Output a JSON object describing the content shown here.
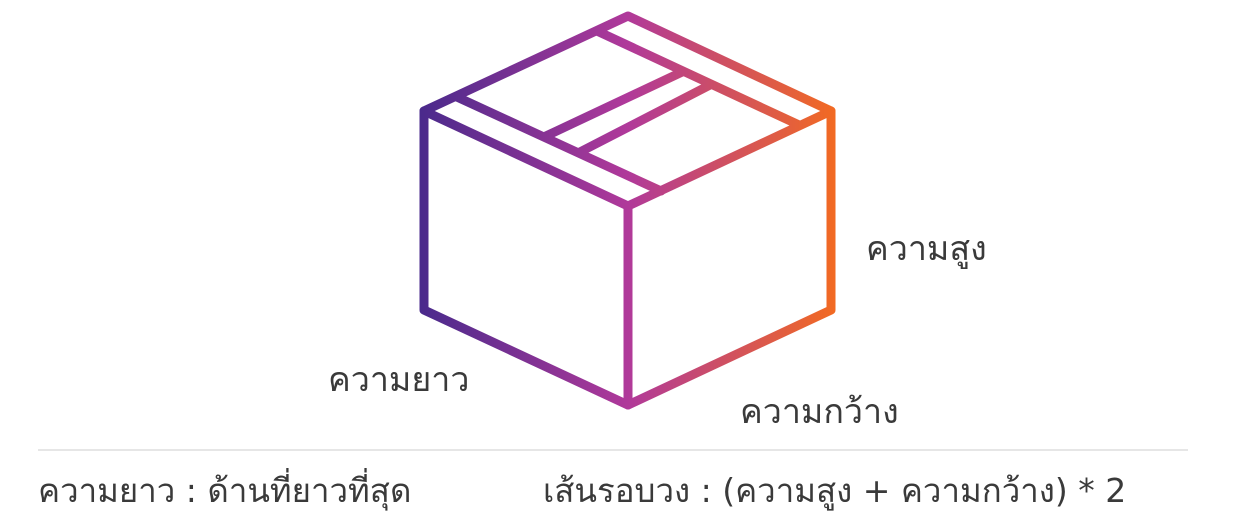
{
  "diagram": {
    "icon": "cardboard-box-icon",
    "gradient": {
      "start": "#4a2a8c",
      "mid": "#b0399a",
      "end": "#f26a22"
    },
    "labels": {
      "height": "ความสูง",
      "length": "ความยาว",
      "width": "ความกว้าง"
    }
  },
  "formulas": {
    "length": "ความยาว : ด้านที่ยาวที่สุด",
    "perimeter": "เส้นรอบวง : (ความสูง + ความกว้าง) * 2"
  }
}
